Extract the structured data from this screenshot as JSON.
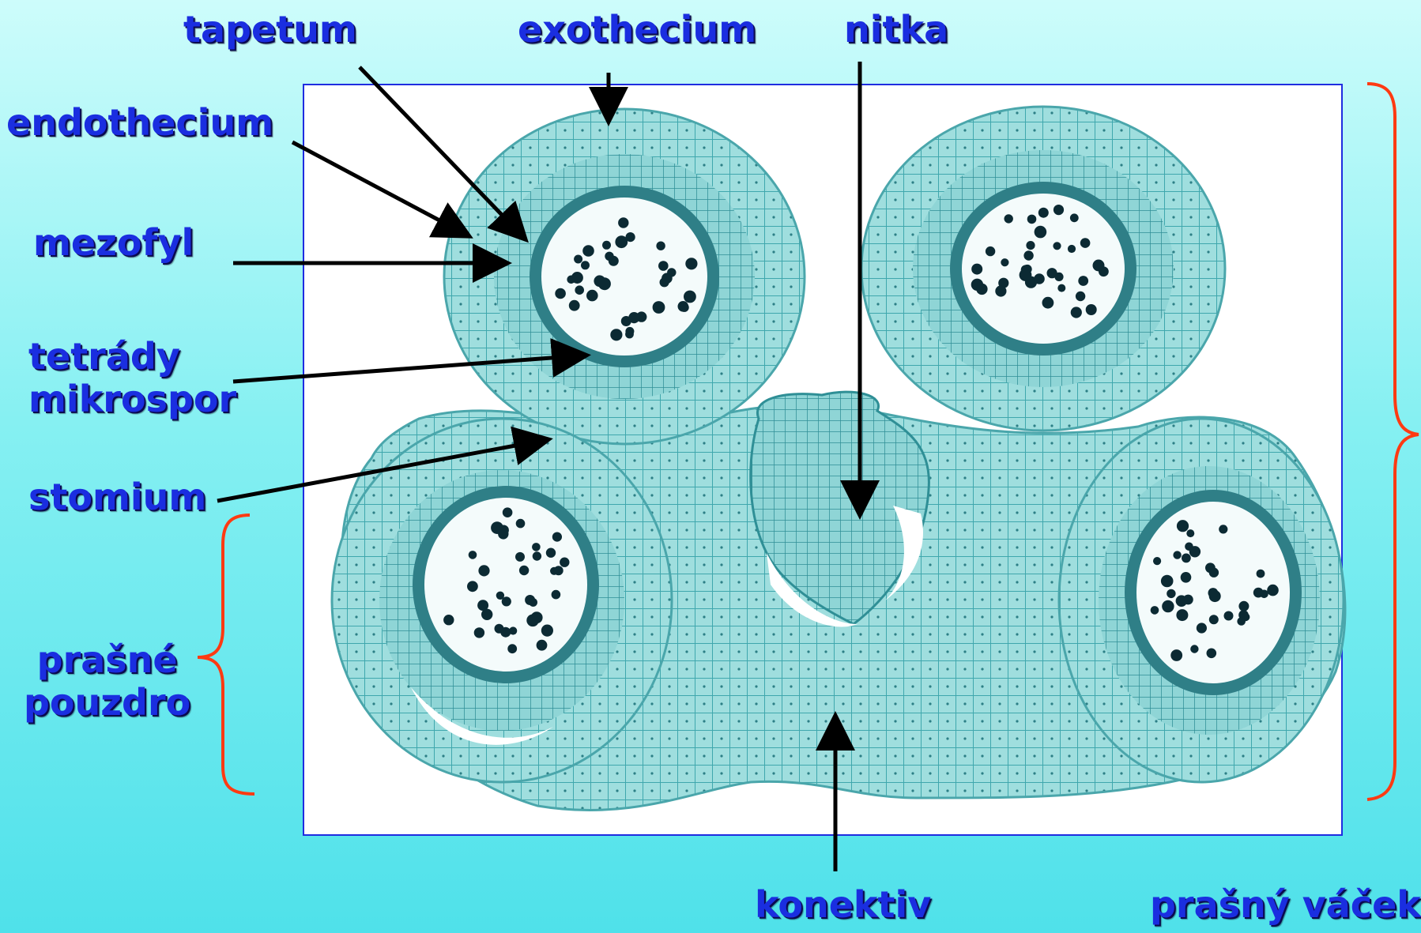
{
  "labels": {
    "tapetum": "tapetum",
    "exothecium": "exothecium",
    "nitka": "nitka",
    "endothecium": "endothecium",
    "mezofyl": "mezofyl",
    "tetrady_line1": "tetrády",
    "tetrady_line2": "mikrospor",
    "stomium": "stomium",
    "prasne_line1": "prašné",
    "prasne_line2": "pouzdro",
    "konektiv": "konektiv",
    "prasny_vacek": "prašný váček"
  },
  "colors": {
    "label_text": "#1a2ee0",
    "arrow": "#000000",
    "brace": "#ff3a12",
    "frame": "#1f2de0",
    "tissue": "#6cc9c9",
    "tissue_dark": "#2e8f96",
    "tetrad": "#0c2a33"
  }
}
